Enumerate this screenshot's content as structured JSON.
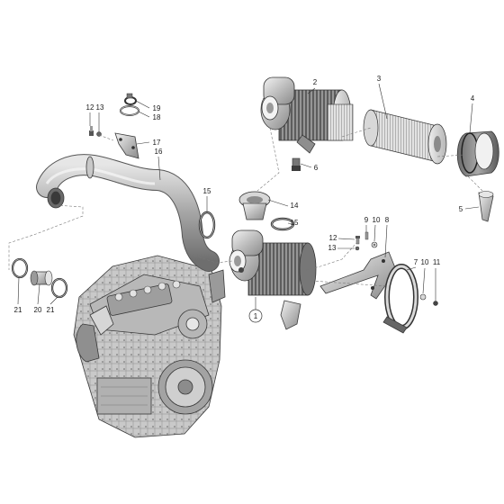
{
  "diagram": {
    "callouts": [
      {
        "id": "c1",
        "text": "1"
      },
      {
        "id": "c2",
        "text": "2"
      },
      {
        "id": "c3",
        "text": "3"
      },
      {
        "id": "c4",
        "text": "4"
      },
      {
        "id": "c5",
        "text": "5"
      },
      {
        "id": "c6",
        "text": "6"
      },
      {
        "id": "c7",
        "text": "7"
      },
      {
        "id": "c8",
        "text": "8"
      },
      {
        "id": "c9",
        "text": "9"
      },
      {
        "id": "c10a",
        "text": "10"
      },
      {
        "id": "c10b",
        "text": "10"
      },
      {
        "id": "c11",
        "text": "11"
      },
      {
        "id": "c12a",
        "text": "12"
      },
      {
        "id": "c12b",
        "text": "12"
      },
      {
        "id": "c13a",
        "text": "13"
      },
      {
        "id": "c13b",
        "text": "13"
      },
      {
        "id": "c14",
        "text": "14"
      },
      {
        "id": "c15a",
        "text": "15"
      },
      {
        "id": "c15b",
        "text": "15"
      },
      {
        "id": "c16",
        "text": "16"
      },
      {
        "id": "c17",
        "text": "17"
      },
      {
        "id": "c18",
        "text": "18"
      },
      {
        "id": "c19",
        "text": "19"
      },
      {
        "id": "c20",
        "text": "20"
      },
      {
        "id": "c21a",
        "text": "21"
      },
      {
        "id": "c21b",
        "text": "21"
      }
    ]
  }
}
